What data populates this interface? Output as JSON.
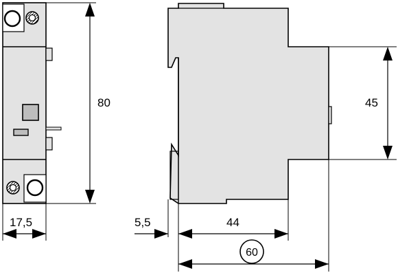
{
  "dimensions": {
    "front_height": "80",
    "front_width": "17,5",
    "rail_offset": "5,5",
    "body_depth": "44",
    "total_depth": "60",
    "front_step_height": "45"
  },
  "colors": {
    "body_fill": "#e3e3e3",
    "line": "#000000",
    "background": "#ffffff"
  }
}
